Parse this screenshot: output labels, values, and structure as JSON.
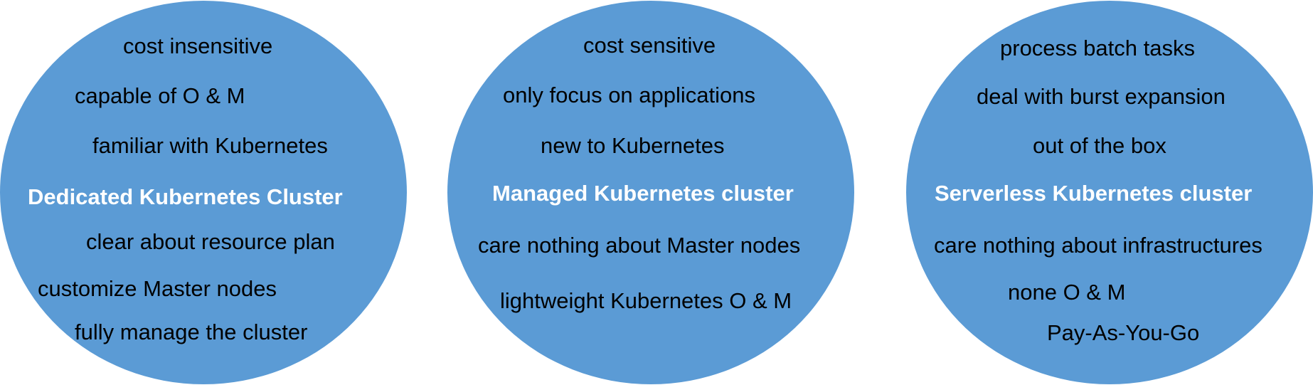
{
  "clusters": [
    {
      "title": "Dedicated Kubernetes Cluster",
      "traits_above": [
        "cost  insensitive",
        "capable  of O & M",
        "familiar with Kubernetes"
      ],
      "traits_below": [
        "clear about resource plan",
        "customize Master nodes",
        "fully manage the cluster"
      ]
    },
    {
      "title": "Managed Kubernetes cluster",
      "traits_above": [
        "cost sensitive",
        "only focus on applications",
        "new to Kubernetes"
      ],
      "traits_below": [
        "care nothing about Master nodes",
        "lightweight Kubernetes O & M"
      ]
    },
    {
      "title": "Serverless Kubernetes cluster",
      "traits_above": [
        "process batch tasks",
        "deal with burst expansion",
        "out of the box"
      ],
      "traits_below": [
        "care nothing about infrastructures",
        "none O & M",
        "Pay-As-You-Go"
      ]
    }
  ],
  "colors": {
    "ellipse_fill": "#5b9bd5",
    "title_text": "#ffffff",
    "trait_text": "#000000"
  }
}
